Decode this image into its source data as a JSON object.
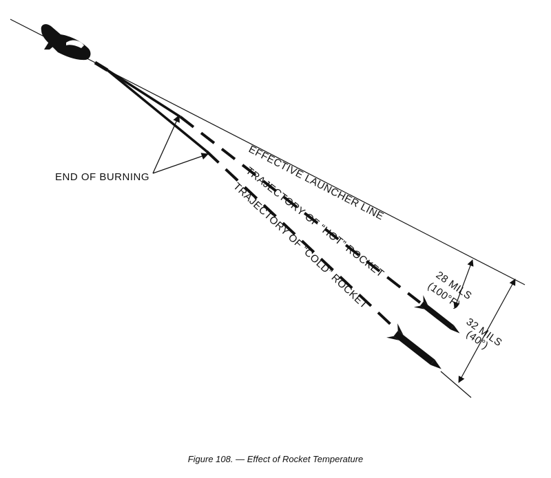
{
  "labels": {
    "end_of_burning": "END OF BURNING",
    "effective_launcher_line": "EFFECTIVE LAUNCHER LINE",
    "hot_trajectory": "TRAJECTORY OF “HOT” ROCKET",
    "cold_trajectory": "TRAJECTORY OF “COLD” ROCKET",
    "mils_28": "28 MILS",
    "temp_100": "(100°F)",
    "mils_32": "32 MILS",
    "temp_40": "(40°)"
  },
  "caption": "Figure 108. — Effect of Rocket Temperature"
}
